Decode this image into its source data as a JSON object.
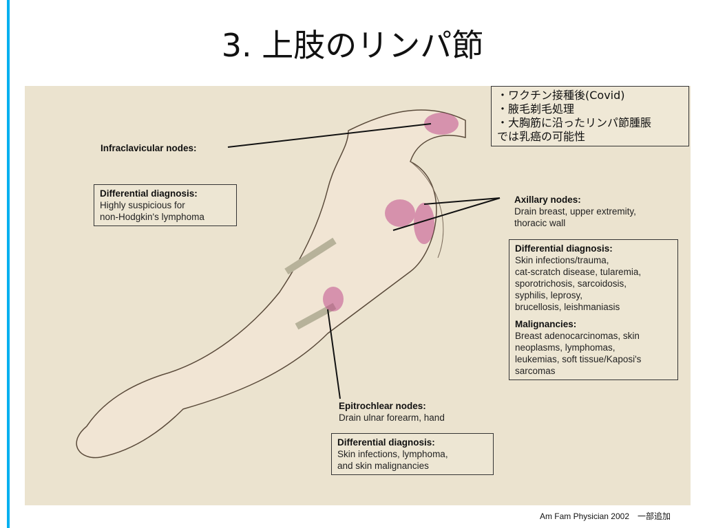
{
  "slide": {
    "title": "3. 上肢のリンパ節",
    "citation": "Am Fam Physician 2002　一部追加",
    "accent_color": "#00b0f0"
  },
  "note": {
    "lines": [
      "・ワクチン接種後(Covid)",
      "・腋毛剃毛処理",
      "・大胸筋に沿ったリンパ節腫脹",
      "では乳癌の可能性"
    ]
  },
  "infraclavicular": {
    "label": "Infraclavicular nodes:",
    "dd_title": "Differential diagnosis:",
    "dd_lines": [
      "Highly suspicious for",
      "non-Hodgkin's lymphoma"
    ]
  },
  "axillary": {
    "label": "Axillary nodes:",
    "desc_lines": [
      "Drain breast, upper extremity,",
      "thoracic wall"
    ],
    "dd_title": "Differential diagnosis:",
    "dd_lines": [
      "Skin infections/trauma,",
      "cat-scratch disease, tularemia,",
      "sporotrichosis, sarcoidosis,",
      "syphilis, leprosy,",
      "brucellosis, leishmaniasis"
    ],
    "mal_title": "Malignancies:",
    "mal_lines": [
      "Breast adenocarcinomas, skin",
      "neoplasms, lymphomas,",
      "leukemias, soft tissue/Kaposi's",
      "sarcomas"
    ]
  },
  "epitrochlear": {
    "label": "Epitrochlear nodes:",
    "desc": "Drain ulnar forearm, hand",
    "dd_title": "Differential diagnosis:",
    "dd_lines": [
      "Skin infections, lymphoma,",
      "and skin malignancies"
    ]
  }
}
